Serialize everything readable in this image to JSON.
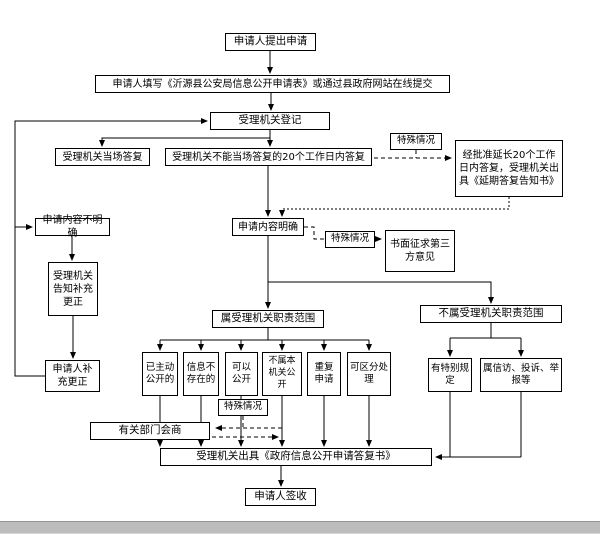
{
  "diagram": {
    "nodes": {
      "submit": {
        "label": "申请人提出申请"
      },
      "fill_form": {
        "label": "申请人填写《沂源县公安局信息公开申请表》或通过县政府网站在线提交"
      },
      "register": {
        "label": "受理机关登记"
      },
      "onspot_reply": {
        "label": "受理机关当场答复"
      },
      "reply_20days": {
        "label": "受理机关不能当场答复的20个工作日内答复"
      },
      "special_case_1": {
        "label": "特殊情况"
      },
      "extension": {
        "label": "经批准延长20个工作日内答复，受理机关出具《延期答复告知书》"
      },
      "unclear": {
        "label": "申请内容不明确"
      },
      "clear": {
        "label": "申请内容明确"
      },
      "special_case_2": {
        "label": "特殊情况"
      },
      "third_party": {
        "label": "书面征求第三方意见"
      },
      "notify_correct": {
        "label": "受理机关告知补充更正"
      },
      "applicant_correct": {
        "label": "申请人补充更正"
      },
      "in_scope": {
        "label": "属受理机关职责范围"
      },
      "out_scope": {
        "label": "不属受理机关职责范围"
      },
      "proactive_open": {
        "label": "已主动公开的"
      },
      "not_exist": {
        "label": "信息不存在的"
      },
      "can_open": {
        "label": "可以公开"
      },
      "not_this_org": {
        "label": "不属本机关公开"
      },
      "repeat_apply": {
        "label": "重复申请"
      },
      "separable": {
        "label": "可区分处理"
      },
      "special_provision": {
        "label": "有特别规定"
      },
      "petition": {
        "label": "属信访、投诉、举报等"
      },
      "special_case_3": {
        "label": "特殊情况"
      },
      "consult": {
        "label": "有关部门会商"
      },
      "reply_doc": {
        "label": "受理机关出具《政府信息公开申请答复书》"
      },
      "sign": {
        "label": "申请人签收"
      }
    }
  }
}
